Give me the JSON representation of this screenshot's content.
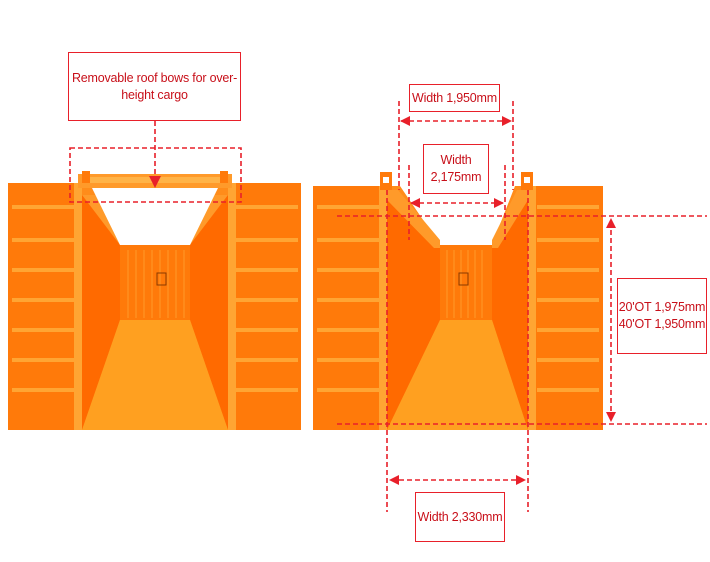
{
  "labels": {
    "roof_bows": [
      "Removable roof bows for over-",
      "height cargo"
    ],
    "top_width": "Width 1,950mm",
    "inner_width": [
      "Width",
      "2,175mm"
    ],
    "height": [
      "20'OT 1,975mm",
      "40'OT 1,950mm"
    ],
    "bottom_width": "Width 2,330mm"
  },
  "colors": {
    "container_orange": "#ff8c1a",
    "container_dark": "#ff6a00",
    "container_light": "#ffa533",
    "annotation_red": "#e8202a"
  }
}
